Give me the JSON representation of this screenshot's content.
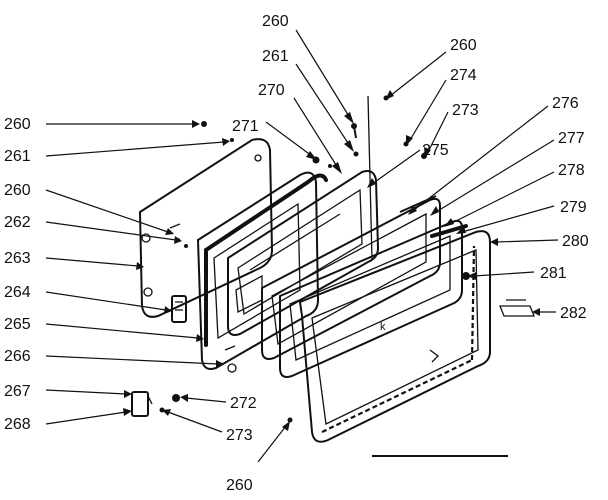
{
  "labels": {
    "l260_top": "260",
    "l261_top": "261",
    "l260_topright": "260",
    "l274": "274",
    "l270": "270",
    "l273_top": "273",
    "l276": "276",
    "l271": "271",
    "l275": "275",
    "l277": "277",
    "l260_left": "260",
    "l278": "278",
    "l261_left": "261",
    "l279": "279",
    "l260_left2": "260",
    "l262": "262",
    "l280": "280",
    "l263": "263",
    "l281": "281",
    "l264": "264",
    "l282": "282",
    "l265": "265",
    "l266": "266",
    "l267": "267",
    "l272": "272",
    "l268": "268",
    "l273_bottom": "273",
    "l260_bottom": "260"
  }
}
